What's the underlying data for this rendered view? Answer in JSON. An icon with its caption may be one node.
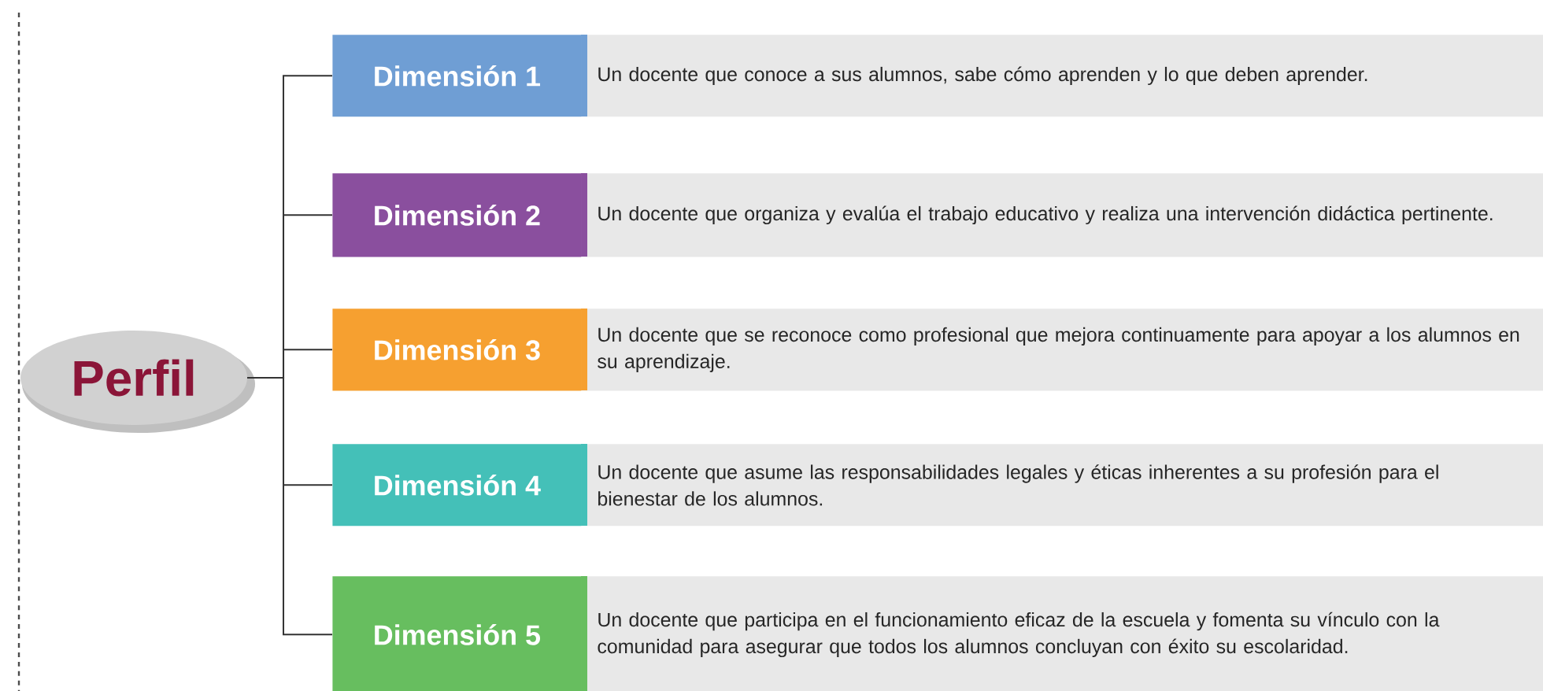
{
  "diagram": {
    "nodes": [
      {
        "text": [
          "Perfil"
        ]
      },
      {
        "text": [
          "Dimensión 1"
        ]
      },
      {
        "text": [
          "Un docente que conoce a sus alumnos, sabe cómo aprenden y lo que deben aprender."
        ]
      },
      {
        "text": [
          "Dimensión 2"
        ]
      },
      {
        "text": [
          "Un docente que organiza y evalúa el trabajo educativo y realiza una intervención didáctica pertinente."
        ]
      },
      {
        "text": [
          "Dimensión 3"
        ]
      },
      {
        "text": [
          "Un docente que se reconoce como profesional que mejora continuamente para apoyar a los alumnos en su aprendizaje."
        ]
      },
      {
        "text": [
          "Dimensión 4"
        ]
      },
      {
        "text": [
          "Un docente que asume las responsabilidades legales y éticas inherentes a su profesión para el bienestar de los alumnos."
        ]
      },
      {
        "text": [
          "Dimensión 5"
        ]
      },
      {
        "text": [
          "Un docente que participa en el funcionamiento eficaz de la escuela y fomenta su vínculo con la comunidad para asegurar que todos los alumnos concluyan con éxito su escolaridad."
        ]
      }
    ],
    "edges": [
      {
        "from": 0,
        "to": 1,
        "arrow": "none"
      },
      {
        "from": 0,
        "to": 3,
        "arrow": "none"
      },
      {
        "from": 0,
        "to": 5,
        "arrow": "none"
      },
      {
        "from": 0,
        "to": 7,
        "arrow": "none"
      },
      {
        "from": 0,
        "to": 9,
        "arrow": "none"
      }
    ]
  }
}
